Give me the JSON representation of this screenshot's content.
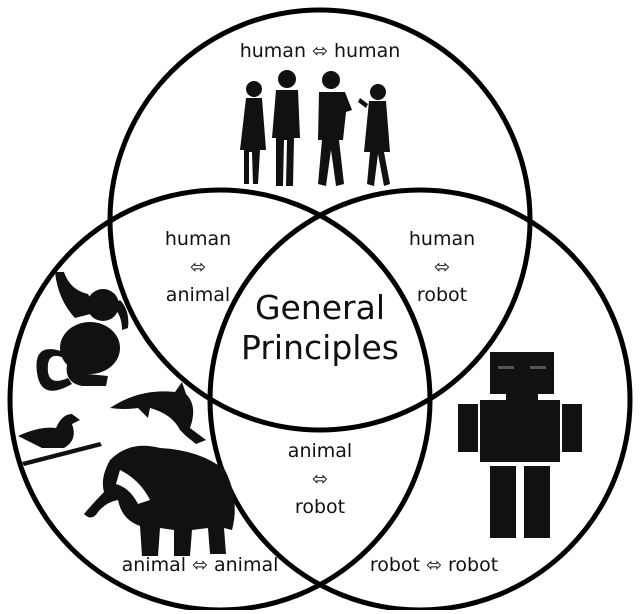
{
  "regions": {
    "human_only": "human ⬄ human",
    "human_animal": [
      "human",
      "⬄",
      "animal"
    ],
    "human_robot": [
      "human",
      "⬄",
      "robot"
    ],
    "center": [
      "General",
      "Principles"
    ],
    "animal_robot": [
      "animal",
      "⬄",
      "robot"
    ],
    "animal_only": "animal ⬄ animal",
    "robot_only": "robot ⬄ robot"
  },
  "colors": {
    "line": "#000000",
    "silhouette": "#111111",
    "background": "#ffffff"
  },
  "icons": [
    "people-silhouettes-icon",
    "monkey-icon",
    "dolphin-icon",
    "bird-icon",
    "elephant-icon",
    "robot-icon"
  ]
}
